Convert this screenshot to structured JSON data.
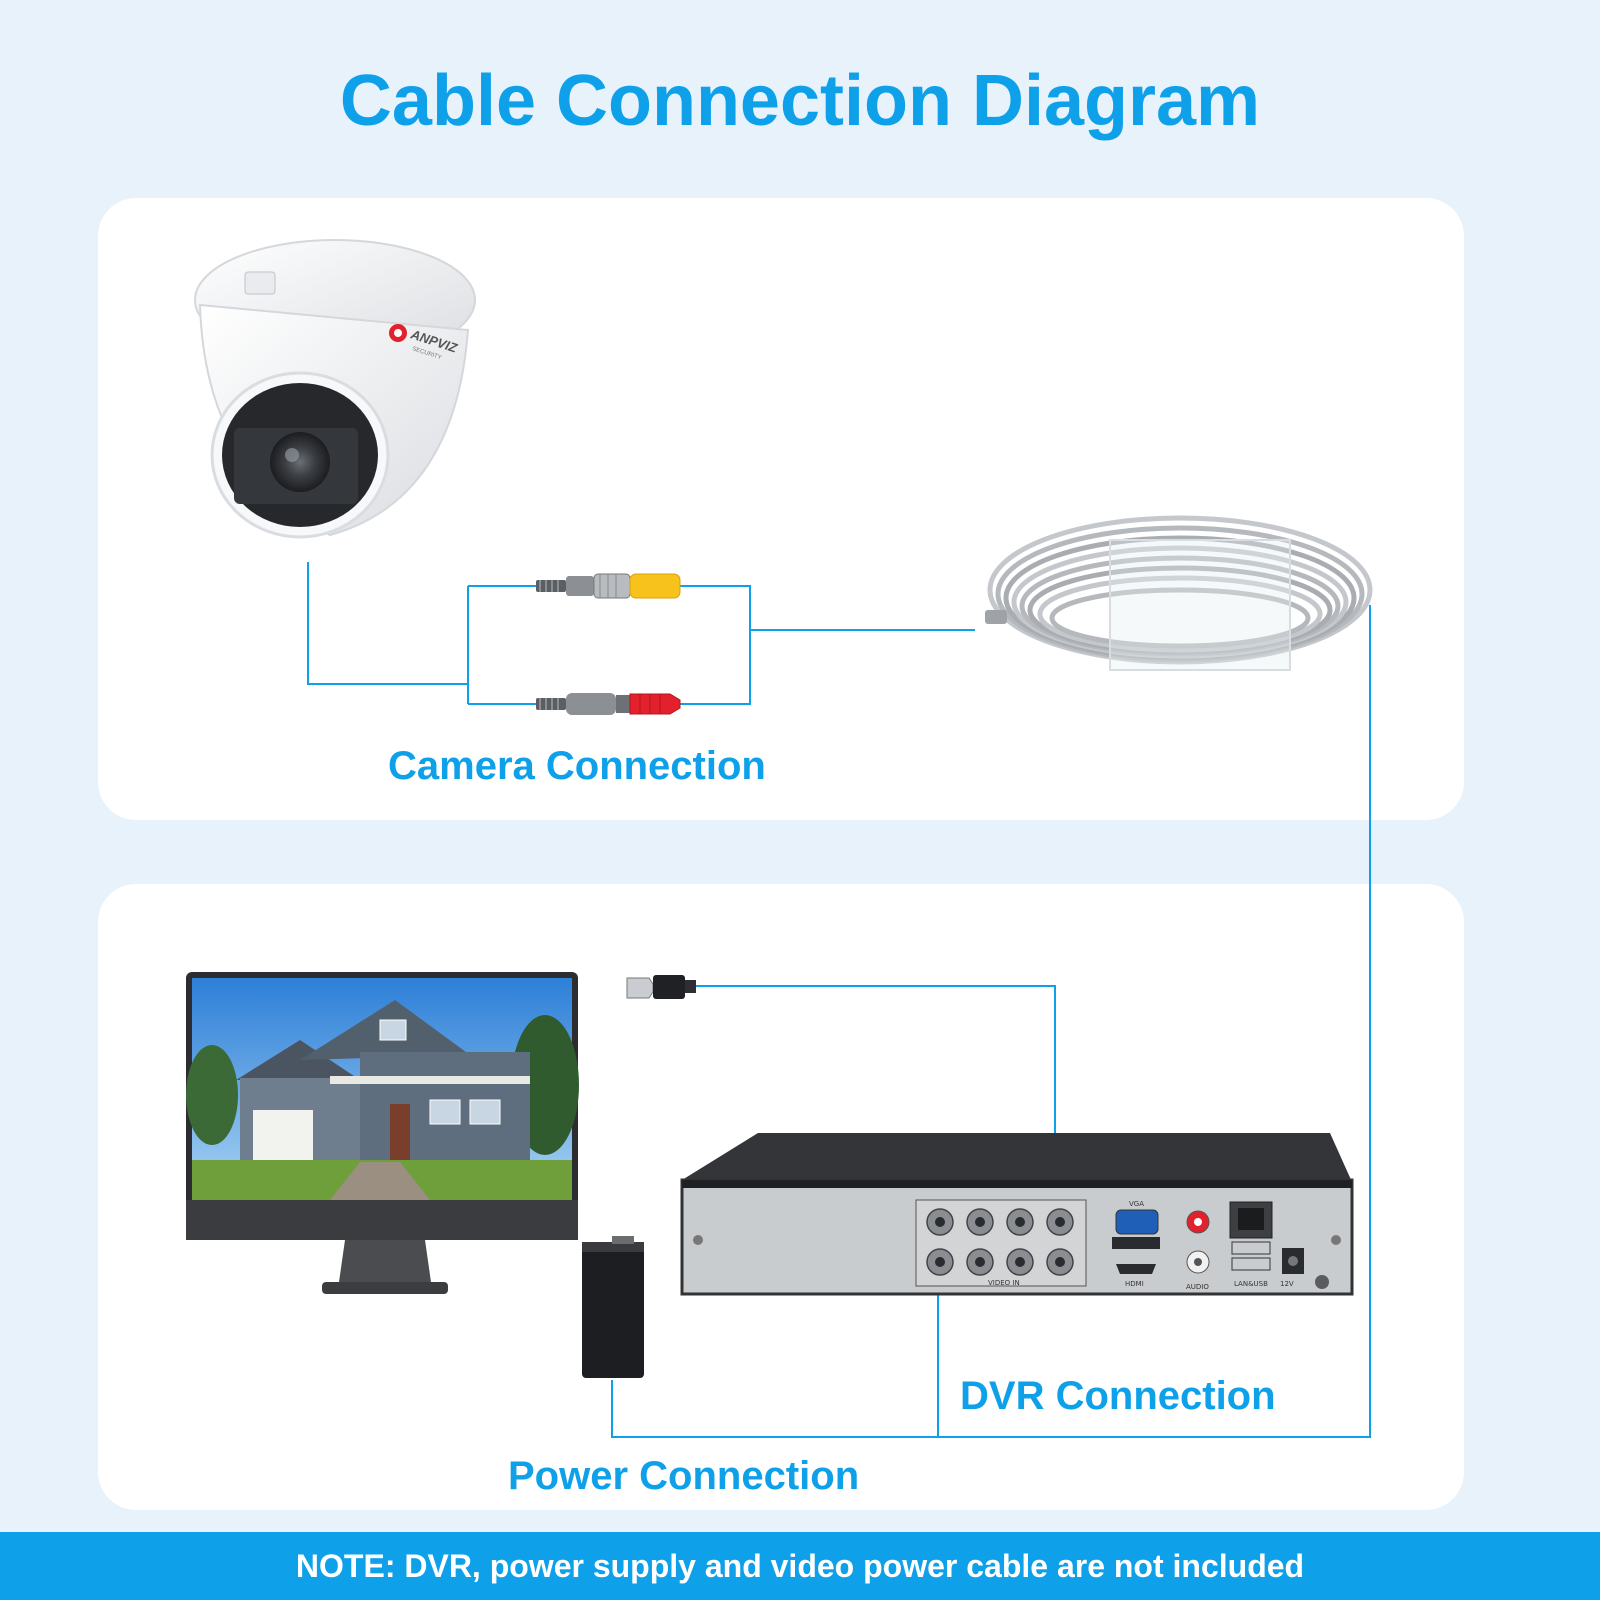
{
  "title": "Cable Connection Diagram",
  "labels": {
    "camera": "Camera Connection",
    "dvr": "DVR Connection",
    "power": "Power Connection"
  },
  "note": "NOTE: DVR, power supply and video power cable are not included",
  "camera_logo": "ANPVIZ",
  "camera_logo_sub": "SECURITY",
  "dvr_panel_text": {
    "vga": "VGA",
    "hdmi": "HDMI",
    "video_in": "VIDEO IN",
    "audio": "AUDIO",
    "lan_usb": "LAN&USB",
    "power": "12V"
  },
  "colors": {
    "accent": "#0ea1ea",
    "background": "#e7f2fb",
    "connector_video": "#f6c21b",
    "connector_power": "#e3212c"
  }
}
